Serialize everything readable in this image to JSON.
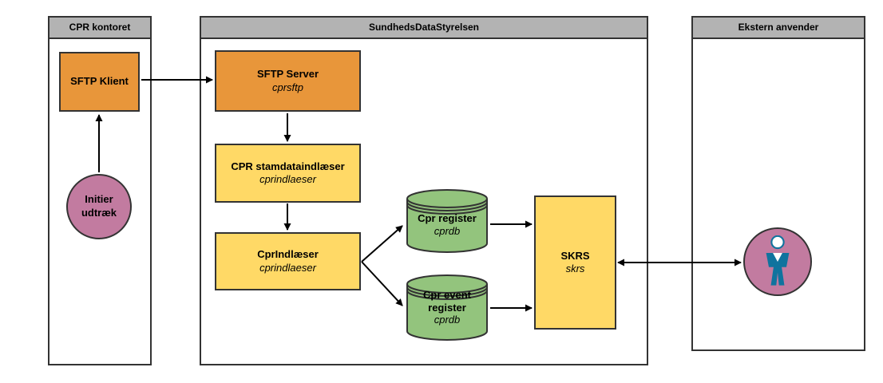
{
  "containers": {
    "cpr_kontoret": {
      "title": "CPR kontoret"
    },
    "sundhedsdatastyrelsen": {
      "title": "SundhedsDataStyrelsen"
    },
    "ekstern_anvender": {
      "title": "Ekstern anvender"
    }
  },
  "nodes": {
    "initier_udtraek": {
      "label": "Initier udtræk",
      "shape": "circle"
    },
    "sftp_klient": {
      "label": "SFTP Klient",
      "shape": "box"
    },
    "sftp_server": {
      "label": "SFTP Server",
      "sublabel": "cprsftp",
      "shape": "box"
    },
    "cpr_stamdataindlaeser": {
      "label": "CPR stamdataindlæser",
      "sublabel": "cprindlaeser",
      "shape": "box"
    },
    "cpr_indlaeser": {
      "label": "CprIndlæser",
      "sublabel": "cprindlaeser",
      "shape": "box"
    },
    "cpr_register": {
      "label": "Cpr register",
      "sublabel": "cprdb",
      "shape": "database"
    },
    "cpr_event_register": {
      "label": "Cpr event register",
      "sublabel": "cprdb",
      "shape": "database"
    },
    "skrs": {
      "label": "SKRS",
      "sublabel": "skrs",
      "shape": "box"
    },
    "ekstern_bruger": {
      "icon": "person-icon",
      "shape": "circle"
    }
  },
  "edges": [
    {
      "from": "initier_udtraek",
      "to": "sftp_klient",
      "bidirectional": false
    },
    {
      "from": "sftp_klient",
      "to": "sftp_server",
      "bidirectional": false
    },
    {
      "from": "sftp_server",
      "to": "cpr_stamdataindlaeser",
      "bidirectional": false
    },
    {
      "from": "cpr_stamdataindlaeser",
      "to": "cpr_indlaeser",
      "bidirectional": false
    },
    {
      "from": "cpr_indlaeser",
      "to": "cpr_register",
      "bidirectional": false
    },
    {
      "from": "cpr_indlaeser",
      "to": "cpr_event_register",
      "bidirectional": false
    },
    {
      "from": "cpr_register",
      "to": "skrs",
      "bidirectional": false
    },
    {
      "from": "cpr_event_register",
      "to": "skrs",
      "bidirectional": false
    },
    {
      "from": "skrs",
      "to": "ekstern_bruger",
      "bidirectional": true
    }
  ],
  "colors": {
    "container_title_bg": "#b3b3b3",
    "orange": "#e8963a",
    "yellow": "#ffd966",
    "green": "#93c47d",
    "purple": "#c27ba0",
    "border": "#333333",
    "arrow": "#000000",
    "person_blue": "#10739e"
  }
}
